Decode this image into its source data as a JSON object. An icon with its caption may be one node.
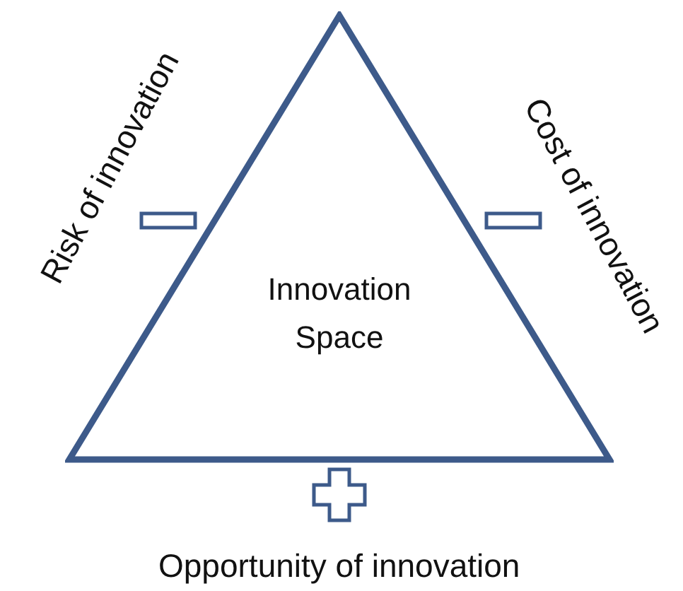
{
  "diagram": {
    "nodes": [
      {
        "text": [
          "Innovation Space"
        ]
      }
    ],
    "labels": [
      "Risk of innovation",
      "Cost of innovation",
      "Opportunity of innovation"
    ]
  }
}
